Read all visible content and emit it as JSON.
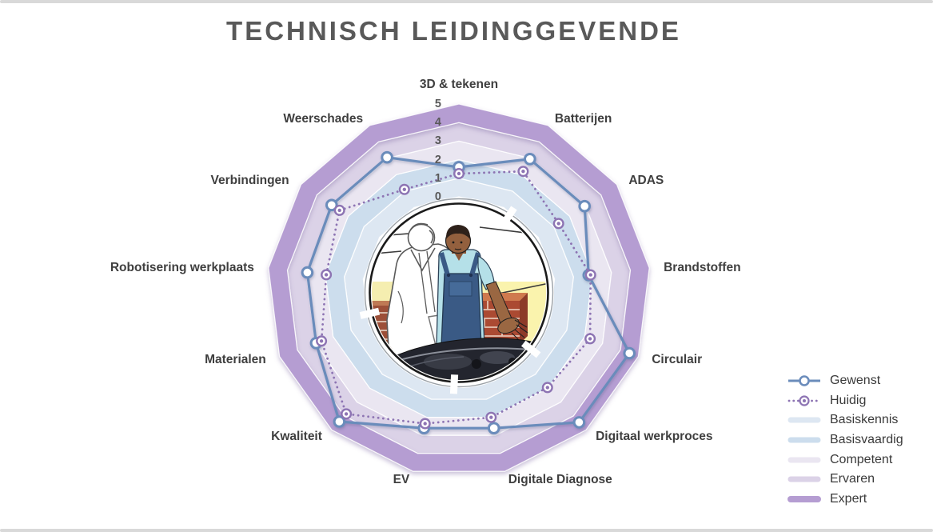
{
  "title": "TECHNISCH LEIDINGGEVENDE",
  "chart_data": {
    "type": "radar",
    "categories": [
      "3D & tekenen",
      "Batterijen",
      "ADAS",
      "Brandstoffen",
      "Circulair",
      "Digitaal werkproces",
      "Digitale Diagnose",
      "EV",
      "Kwaliteit",
      "Materialen",
      "Robotisering werkplaats",
      "Verbindingen",
      "Weerschades"
    ],
    "series": [
      {
        "name": "Gewenst",
        "style": "solid",
        "color": "#6b8cbb",
        "values": [
          1.6,
          2.95,
          2.95,
          1.8,
          4.5,
          4.45,
          2.6,
          2.6,
          4.4,
          2.95,
          2.95,
          3.05,
          3.05
        ]
      },
      {
        "name": "Huidig",
        "style": "dotted",
        "color": "#8d74b3",
        "values": [
          1.25,
          2.2,
          1.3,
          1.9,
          2.3,
          1.95,
          2.0,
          2.35,
          3.85,
          2.65,
          1.95,
          2.55,
          1.1
        ]
      }
    ],
    "rings": [
      {
        "name": "Basiskennis",
        "range": [
          0,
          1
        ],
        "color": "#dde7f2"
      },
      {
        "name": "Basisvaardig",
        "range": [
          1,
          2
        ],
        "color": "#ccdded"
      },
      {
        "name": "Competent",
        "range": [
          2,
          3
        ],
        "color": "#eae6f1"
      },
      {
        "name": "Ervaren",
        "range": [
          3,
          4
        ],
        "color": "#dbd2e7"
      },
      {
        "name": "Expert",
        "range": [
          4,
          5
        ],
        "color": "#b59dd2"
      }
    ],
    "axis": {
      "min": 0,
      "max": 5,
      "ticks": [
        "5",
        "4",
        "3",
        "2",
        "1",
        "0"
      ]
    },
    "legend_position": "right",
    "grid": "bands"
  },
  "legend": {
    "items": [
      {
        "label": "Gewenst",
        "swatch": "line-solid",
        "color": "#6b8cbb"
      },
      {
        "label": "Huidig",
        "swatch": "line-dotted",
        "color": "#8d74b3"
      },
      {
        "label": "Basiskennis",
        "swatch": "band",
        "color": "#dde7f2"
      },
      {
        "label": "Basisvaardig",
        "swatch": "band",
        "color": "#ccdded"
      },
      {
        "label": "Competent",
        "swatch": "band",
        "color": "#eae6f1"
      },
      {
        "label": "Ervaren",
        "swatch": "band",
        "color": "#dbd2e7"
      },
      {
        "label": "Expert",
        "swatch": "band",
        "color": "#b59dd2"
      }
    ]
  },
  "center_illustration": {
    "name": "monteurs-met-laptop"
  }
}
